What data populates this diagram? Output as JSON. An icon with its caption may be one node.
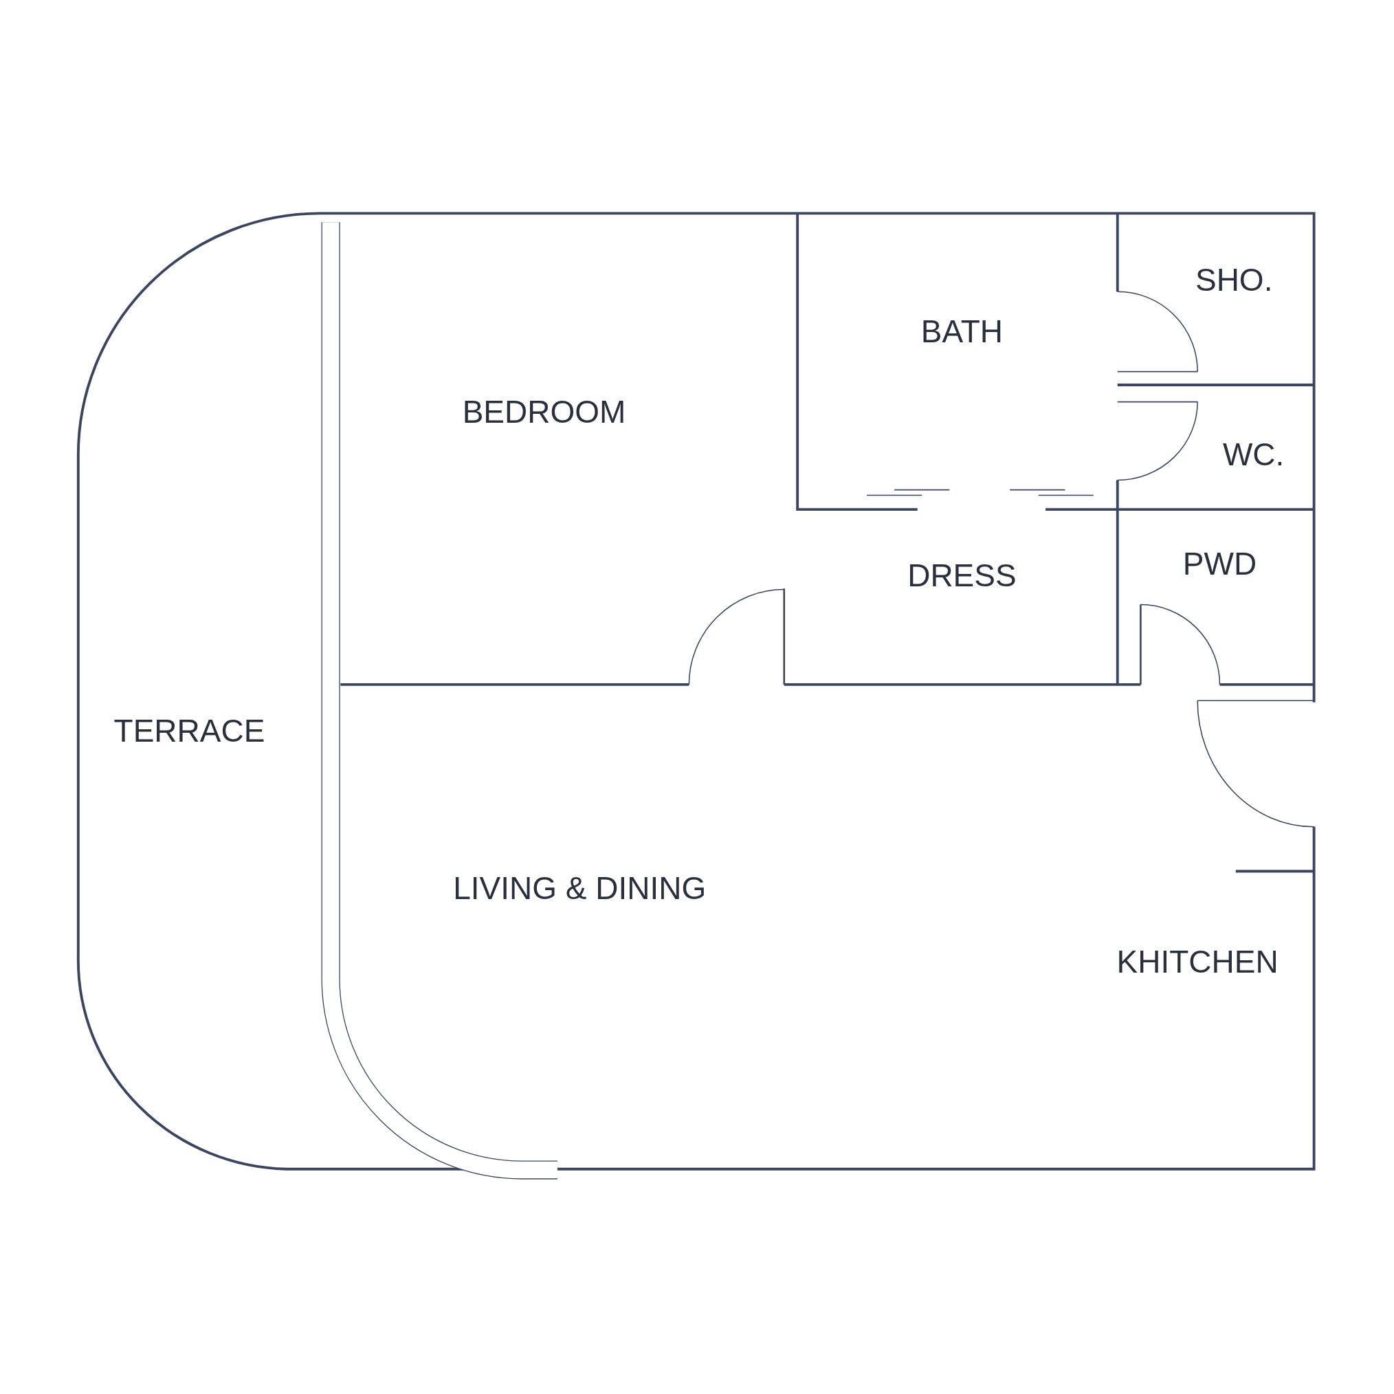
{
  "diagram": {
    "labels": [
      "BEDROOM",
      "BATH",
      "SHO.",
      "WC.",
      "DRESS",
      "PWD",
      "TERRACE",
      "LIVING & DINING",
      "KHITCHEN"
    ]
  }
}
